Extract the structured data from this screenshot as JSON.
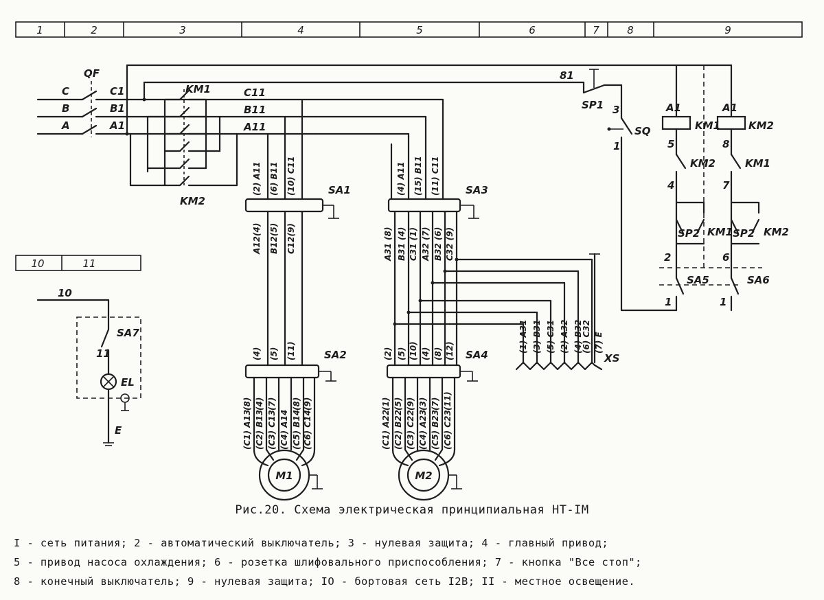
{
  "zones_top": [
    "1",
    "2",
    "3",
    "4",
    "5",
    "6",
    "7",
    "8",
    "9"
  ],
  "zones_left": [
    "10",
    "11"
  ],
  "labels": {
    "qf": "QF",
    "phase_c": "C",
    "phase_b": "B",
    "phase_a": "A",
    "c1": "C1",
    "b1": "B1",
    "a1": "A1",
    "km1": "KM1",
    "km2": "KM2",
    "c11": "C11",
    "b11": "B11",
    "a11": "A11",
    "sa1": "SA1",
    "sa2": "SA2",
    "sa3": "SA3",
    "sa4": "SA4",
    "sa5": "SA5",
    "sa6": "SA6",
    "sa7": "SA7",
    "sp1": "SP1",
    "sp2": "SP2",
    "sq": "SQ",
    "xs": "XS",
    "m1": "M1",
    "m2": "M2",
    "el": "EL",
    "e": "E",
    "w81": "81",
    "w3": "3",
    "w1": "1",
    "w5": "5",
    "w4": "4",
    "w2": "2",
    "w8": "8",
    "w7": "7",
    "w6": "6",
    "w10": "10",
    "w11": "11",
    "a1_coil1": "A1",
    "a1_coil2": "A1",
    "coil_km1": "KM1",
    "coil_km2": "KM2",
    "cont_km2": "KM2",
    "cont_km1": "KM1",
    "sp2_km1": "KM1",
    "sp2b_km2": "KM2",
    "sp2_label": "SP2",
    "sp2b_label": "SP2",
    "sa5_1": "1",
    "sa6_1": "1",
    "sa1_in": [
      "(2) A11",
      "(6) B11",
      "(10) C11"
    ],
    "sa1_out": [
      "A12(4)",
      "B12(5)",
      "C12(9)"
    ],
    "sa2_in": [
      "(4)",
      "(5)",
      "(11)"
    ],
    "sa2_out": [
      "(8)",
      "(4)",
      "(7)",
      "(8)",
      "(9)"
    ],
    "m1_wires": [
      "(C1) A13",
      "(C2) B13",
      "(C3) C13",
      "(C4) A14",
      "(C5) B14",
      "(C6) C14"
    ],
    "sa3_in": [
      "(4) A11",
      "(15) B11",
      "(11) C11"
    ],
    "sa3_out": [
      "A31 (8)",
      "B31 (4)",
      "C31 (1)",
      "A32 (7)",
      "B32 (6)",
      "C32 (9)"
    ],
    "sa4_in": [
      "(2)",
      "(5)",
      "(10)",
      "(4)",
      "(8)",
      "(12)"
    ],
    "sa4_out": [
      "(1)",
      "(5)",
      "(9)",
      "(3)",
      "(7)",
      "(11)"
    ],
    "m2_wires": [
      "(C1) A22",
      "(C2) B22",
      "(C3) C22",
      "(C4) A23",
      "(C5) B23",
      "(C6) C23"
    ],
    "xs_pins": [
      "(1) A31",
      "(3) B31",
      "(5) C31",
      "(2) A32",
      "(4) B32",
      "(6) C32",
      "(7) E"
    ]
  },
  "caption": "Рис.20. Схема электрическая принципиальная НТ-IМ",
  "legend": [
    "I - сеть питания; 2 - автоматический выключатель; 3 - нулевая защита; 4 - главный привод;",
    "5 - привод насоса охлаждения; 6 - розетка шлифовального приспособления; 7 - кнопка \"Все стоп\";",
    "8 - конечный выключатель; 9 - нулевая защита; IO - бортовая сеть I2В; II - местное освещение."
  ]
}
